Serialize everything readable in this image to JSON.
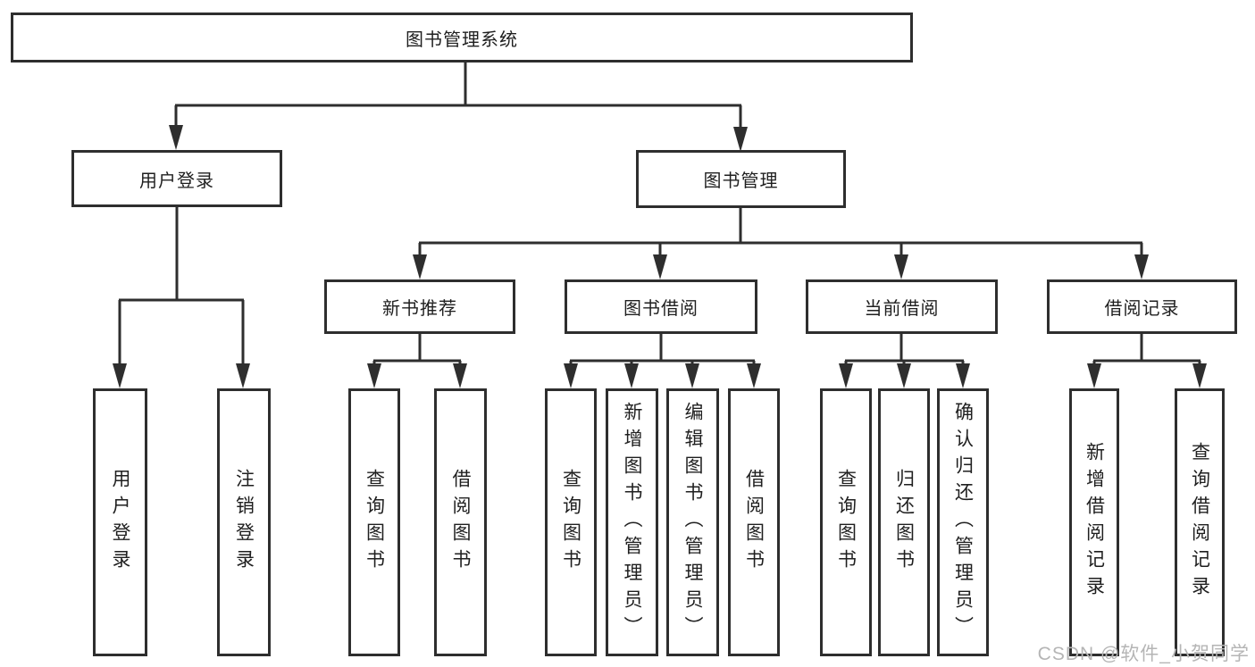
{
  "tree": {
    "label": "图书管理系统",
    "children": [
      {
        "label": "用户登录",
        "children": [
          {
            "label": "用户登录"
          },
          {
            "label": "注销登录"
          }
        ]
      },
      {
        "label": "图书管理",
        "children": [
          {
            "label": "新书推荐",
            "children": [
              {
                "label": "查询图书"
              },
              {
                "label": "借阅图书"
              }
            ]
          },
          {
            "label": "图书借阅",
            "children": [
              {
                "label": "查询图书"
              },
              {
                "label": "新增图书（管理员）"
              },
              {
                "label": "编辑图书（管理员）"
              },
              {
                "label": "借阅图书"
              }
            ]
          },
          {
            "label": "当前借阅",
            "children": [
              {
                "label": "查询图书"
              },
              {
                "label": "归还图书"
              },
              {
                "label": "确认归还（管理员）"
              }
            ]
          },
          {
            "label": "借阅记录",
            "children": [
              {
                "label": "新增借阅记录"
              },
              {
                "label": "查询借阅记录"
              }
            ]
          }
        ]
      }
    ]
  },
  "watermark": {
    "text": "CSDN @软件_小贺同学"
  },
  "colors": {
    "line": "#2e2e2e",
    "box_border": "#2e2e2e",
    "box_fill": "#ffffff",
    "text": "#1f1f1f",
    "watermark": "#b5b5b5",
    "background": "#ffffff"
  }
}
